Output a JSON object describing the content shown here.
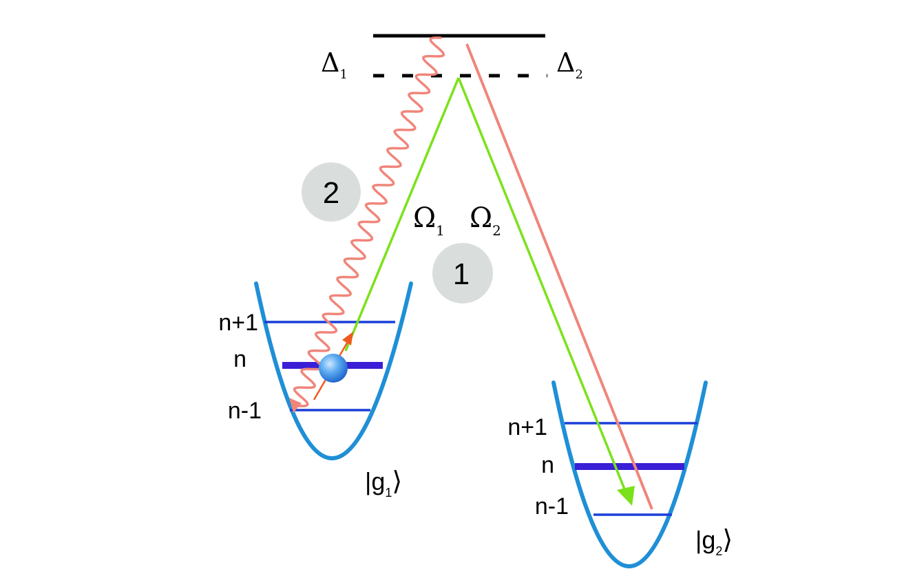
{
  "diagram": {
    "excited_level": {
      "detuning_left": {
        "symbol": "Δ",
        "sub": "1"
      },
      "detuning_right": {
        "symbol": "Δ",
        "sub": "2"
      }
    },
    "rabi": {
      "left": {
        "symbol": "Ω",
        "sub": "1"
      },
      "right": {
        "symbol": "Ω",
        "sub": "2"
      }
    },
    "steps": {
      "step1": "1",
      "step2": "2"
    },
    "well_left": {
      "levels": {
        "upper": "n+1",
        "middle": "n",
        "lower": "n-1"
      },
      "state": {
        "open": "|g",
        "sub": "1",
        "close": "⟩"
      }
    },
    "well_right": {
      "levels": {
        "upper": "n+1",
        "middle": "n",
        "lower": "n-1"
      },
      "state": {
        "open": "|g",
        "sub": "2",
        "close": "⟩"
      }
    },
    "colors": {
      "well": "#1f8fd6",
      "level": "#1a3fd9",
      "level_thick": "#3a1fd6",
      "pump": "#7be11a",
      "stokes": "#f0857a",
      "heating_arrow": "#f05a1f",
      "step_circle": "#d9dedd",
      "ion": "#4aa0e8"
    }
  }
}
